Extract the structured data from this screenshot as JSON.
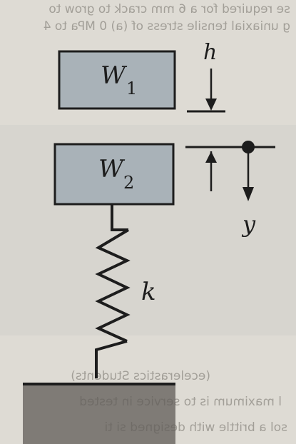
{
  "diagram": {
    "weight1": {
      "symbol": "W",
      "subscript": "1"
    },
    "weight2": {
      "symbol": "W",
      "subscript": "2"
    },
    "drop_height_label": "h",
    "displacement_label": "y",
    "spring_label": "k"
  },
  "bleed_through_text": {
    "top_line_1": "se required for a 6 mm crack to grow to",
    "top_line_2": "g uniaxial tensile stress of (a) 0 MPa to 4",
    "bottom_line_1": "(ecelerastics Students)",
    "bottom_line_2": "l maximum is to service in tested",
    "bottom_line_3": "sol a brittle with designed si ti"
  },
  "colors": {
    "page": "#d9d6cf",
    "block_fill": "#a9b2b8",
    "ink": "#1d1d1d",
    "ground": "#5f5b57"
  }
}
